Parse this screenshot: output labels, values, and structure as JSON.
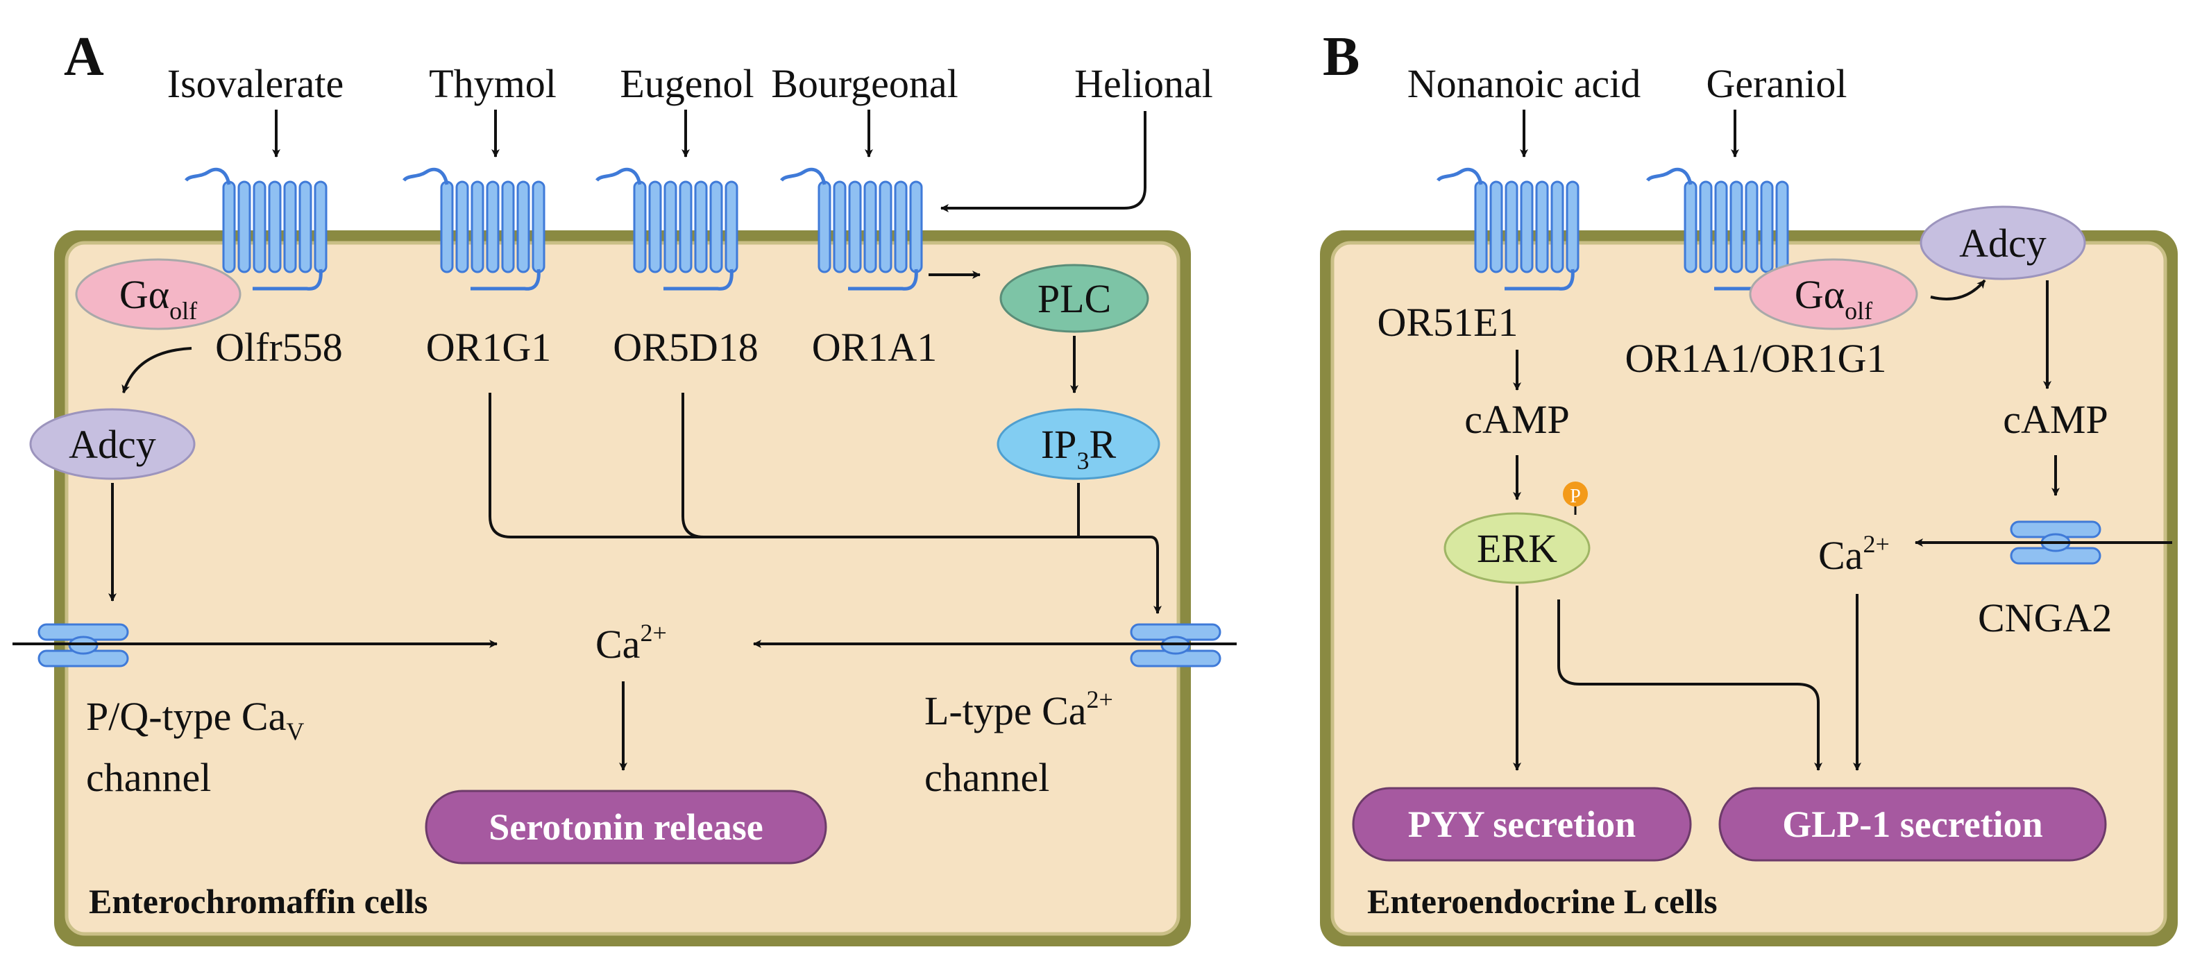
{
  "panels": {
    "a": {
      "letter": "A",
      "ligands": [
        "Isovalerate",
        "Thymol",
        "Eugenol",
        "Bourgeonal",
        "Helional"
      ],
      "receptors": [
        "Olfr558",
        "OR1G1",
        "OR5D18",
        "OR1A1"
      ],
      "galpha": {
        "main": "Gα",
        "sub": "olf"
      },
      "adcy": "Adcy",
      "plc": "PLC",
      "ip3r": {
        "a": "IP",
        "sub": "3",
        "b": "R"
      },
      "calcium": {
        "main": "Ca",
        "sup": "2+"
      },
      "pq_channel": {
        "line1a": "P/Q-type Ca",
        "line1sub": "V",
        "line2": "channel"
      },
      "l_channel": {
        "line1a": "L-type Ca",
        "line1sup": "2+",
        "line2": "channel"
      },
      "output": "Serotonin release",
      "cell_title": "Enterochromaffin cells"
    },
    "b": {
      "letter": "B",
      "ligands": [
        "Nonanoic acid",
        "Geraniol"
      ],
      "receptors": [
        "OR51E1",
        "OR1A1/OR1G1"
      ],
      "galpha": {
        "main": "Gα",
        "sub": "olf"
      },
      "adcy": "Adcy",
      "camp_left": "cAMP",
      "camp_right": "cAMP",
      "erk": "ERK",
      "phospho": "P",
      "calcium": {
        "main": "Ca",
        "sup": "2+"
      },
      "channel": "CNGA2",
      "outputs": [
        "PYY secretion",
        "GLP-1 secretion"
      ],
      "cell_title": "Enteroendocrine L cells"
    }
  },
  "colors": {
    "cell_border": "#8a8a42",
    "cytoplasm": "#f6e2c2",
    "receptor": "#8fc0f2",
    "g_protein": "#f4b6c6",
    "adcy": "#c6bfe0",
    "plc": "#7dc4a6",
    "ip3r": "#82cdf2",
    "erk": "#d8e8a0",
    "phospho": "#f39a1a",
    "output": "#a659a0"
  }
}
